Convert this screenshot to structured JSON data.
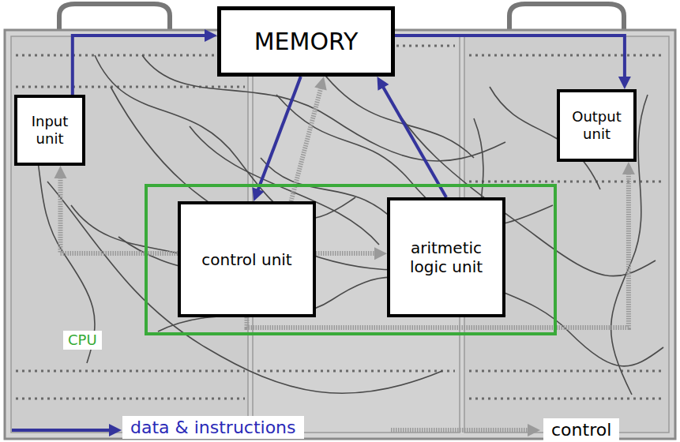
{
  "diagram": {
    "nodes": [
      {
        "text": [
          "MEMORY"
        ]
      },
      {
        "text": [
          "Input unit"
        ]
      },
      {
        "text": [
          "Output unit"
        ]
      },
      {
        "text": [
          "CPU"
        ]
      },
      {
        "text": [
          "control unit"
        ],
        "in": 3
      },
      {
        "text": [
          "aritmetic logic unit"
        ],
        "in": 3
      }
    ],
    "edges": [
      {
        "from": 1,
        "to": 0,
        "arrow": "to"
      },
      {
        "from": 0,
        "to": 2,
        "arrow": "to"
      },
      {
        "from": 0,
        "to": 4,
        "arrow": "to"
      },
      {
        "from": 5,
        "to": 0,
        "arrow": "to"
      },
      {
        "from": 4,
        "to": 0,
        "arrow": "to"
      },
      {
        "from": 4,
        "to": 5,
        "arrow": "to"
      },
      {
        "from": 4,
        "to": 1,
        "arrow": "to"
      },
      {
        "from": 4,
        "to": 2,
        "arrow": "to"
      }
    ],
    "legend": [
      {
        "text": "data & instructions"
      },
      {
        "text": "control"
      }
    ]
  }
}
